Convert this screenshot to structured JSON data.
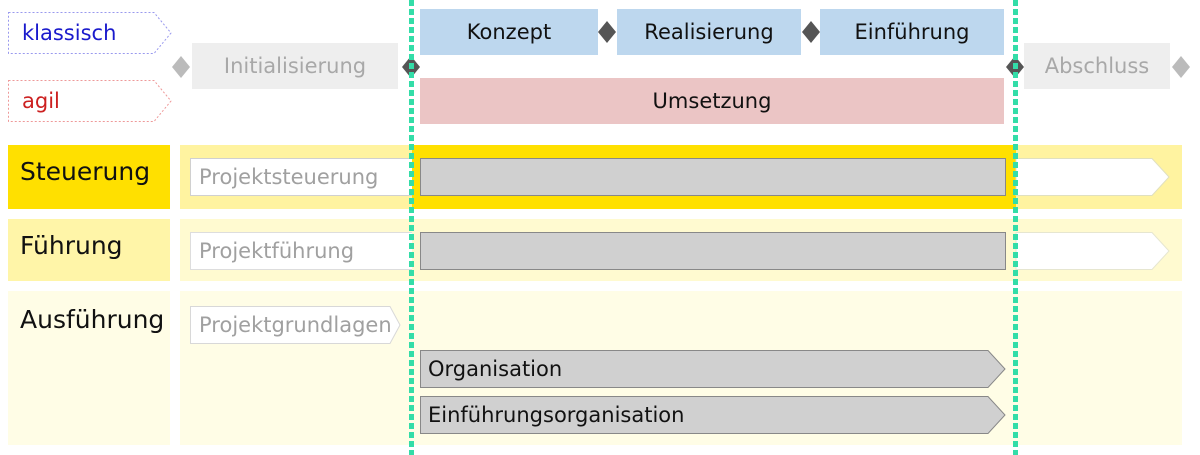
{
  "methods": {
    "classic": {
      "label": "klassisch",
      "color": "#1a1acc"
    },
    "agile": {
      "label": "agil",
      "color": "#cc2020"
    }
  },
  "phases": {
    "initialization": "Initialisierung",
    "concept": "Konzept",
    "realization": "Realisierung",
    "introduction": "Einführung",
    "implementation": "Umsetzung",
    "closure": "Abschluss"
  },
  "levels": {
    "steering": "Steuerung",
    "leadership": "Führung",
    "execution": "Ausführung"
  },
  "activities": {
    "project_steering": "Projektsteuerung",
    "project_leadership": "Projektführung",
    "project_foundations": "Projektgrundlagen",
    "organization": "Organisation",
    "introduction_organization": "Einführungsorganisation"
  },
  "colors": {
    "phase_blue": "#bdd7ee",
    "phase_grey": "#eeeeee",
    "agile_red": "#ebc5c5",
    "steering_yellow": "#ffe000",
    "steering_band": "#fff3a0",
    "leadership_yellow": "#fff5a8",
    "leadership_band": "#fffad0",
    "execution_band": "#fffde6",
    "bar_grey": "#d0d0d0",
    "milestone": "#555555",
    "divider": "#33dda8"
  }
}
